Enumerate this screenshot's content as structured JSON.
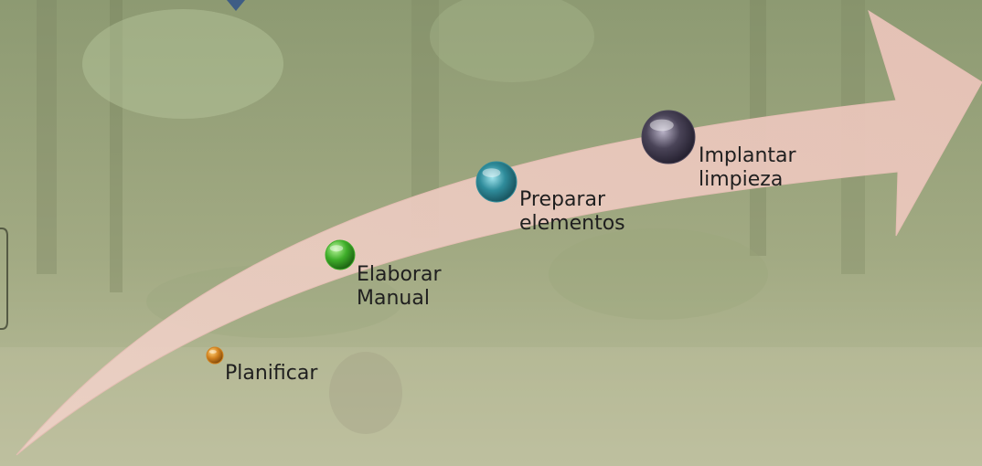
{
  "steps": [
    {
      "id": "planificar",
      "lines": [
        "Planificar"
      ],
      "color": "#d2821f"
    },
    {
      "id": "elaborar-manual",
      "lines": [
        "Elaborar",
        "Manual"
      ],
      "color": "#3fae2a"
    },
    {
      "id": "preparar-elementos",
      "lines": [
        "Preparar",
        "elementos"
      ],
      "color": "#2f8c9b"
    },
    {
      "id": "implantar-limpieza",
      "lines": [
        "Implantar",
        "limpieza"
      ],
      "color": "#4a4458"
    }
  ],
  "colors": {
    "arrow_fill": "#ecc9bf",
    "background_top": "#8e9a6f",
    "background_bottom": "#b9bd99"
  }
}
